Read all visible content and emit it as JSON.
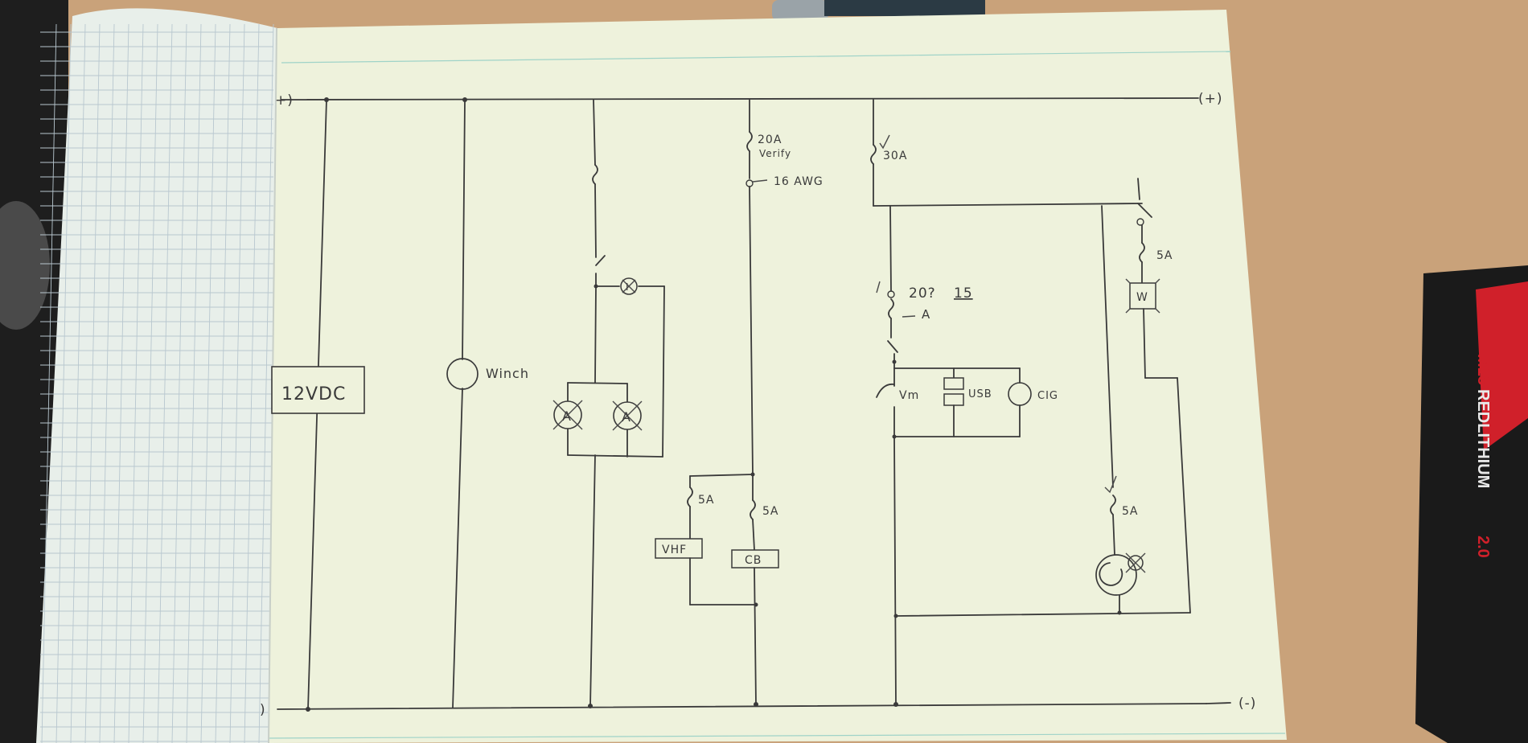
{
  "rail_labels": {
    "positive_left": "+)",
    "positive_right": "(+)",
    "negative_left": ")",
    "negative_right": "(-)"
  },
  "components": {
    "battery_box": "12VDC",
    "winch": "Winch",
    "lamp_a1": "A",
    "lamp_a2": "A",
    "indicator_i": "I",
    "fuse_20a": "20A",
    "fuse_20a_note": "Verify",
    "wire_gauge": "16 AWG",
    "fuse_30a": "30A",
    "fuse_5a_vhf": "5A",
    "fuse_5a_cb": "5A",
    "vhf": "VHF",
    "cb": "CB",
    "fuse_20_15_a": "20?",
    "fuse_20_15_b": "15",
    "fuse_20_15_unit": "A",
    "vm": "Vm",
    "usb": "USB",
    "cig": "CIG",
    "fuse_5a_w": "5A",
    "w_box": "W",
    "fuse_5a_fan": "5A"
  },
  "battery_brand": {
    "line1": "M18",
    "line2": "REDLITHIUM",
    "line3": "2.0"
  },
  "colors": {
    "paper": "#eef2dc",
    "grid_paper": "#e8efea",
    "desk": "#c9a27a",
    "ink": "#3a3a3a",
    "battery_red": "#d0202a",
    "battery_black": "#1a1a1a"
  }
}
